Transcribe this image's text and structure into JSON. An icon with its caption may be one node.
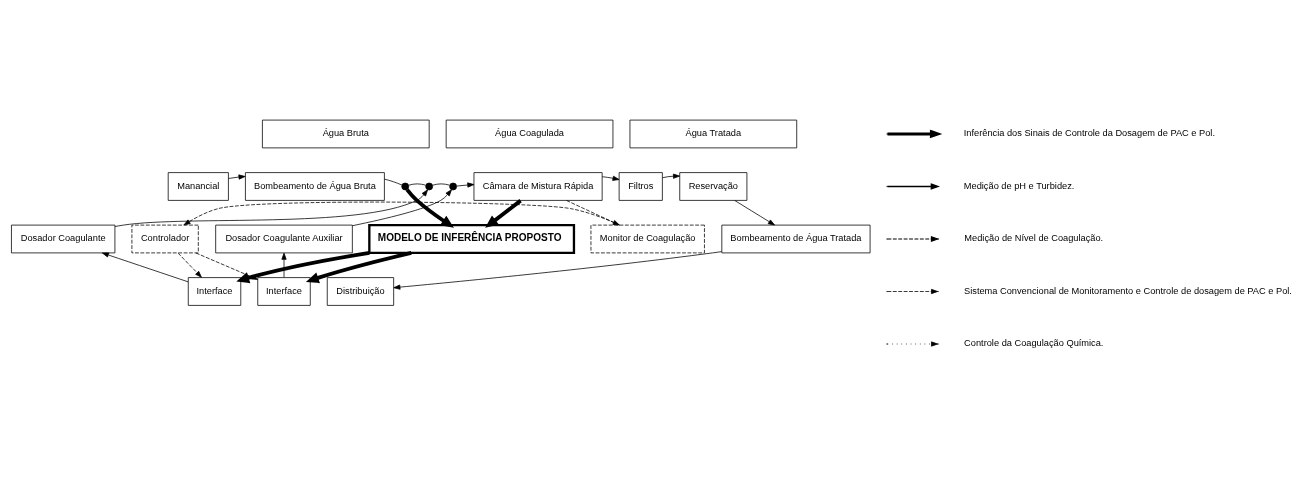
{
  "diagram": {
    "nodes": [
      {
        "text": [
          "Água Bruta"
        ]
      },
      {
        "text": [
          "Água Coagulada"
        ]
      },
      {
        "text": [
          "Água Tratada"
        ]
      },
      {
        "text": [
          "Manancial"
        ]
      },
      {
        "text": [
          "Bombeamento de Água Bruta"
        ]
      },
      {
        "text": [],
        "shape": "circle"
      },
      {
        "text": [],
        "shape": "circle"
      },
      {
        "text": [],
        "shape": "circle"
      },
      {
        "text": [
          "Câmara de Mistura Rápida"
        ]
      },
      {
        "text": [
          "Filtros"
        ]
      },
      {
        "text": [
          "Reservação"
        ]
      },
      {
        "text": [
          "Bombeamento de Água Tratada"
        ]
      },
      {
        "text": [
          "Distribuição"
        ]
      },
      {
        "text": [
          "Dosador Coagulante"
        ]
      },
      {
        "text": [
          "Dosador Coagulante Auxiliar"
        ]
      },
      {
        "text": [
          "MODELO DE INFERÊNCIA PROPOSTO"
        ]
      },
      {
        "text": [
          "Interface"
        ]
      },
      {
        "text": [
          "Interface"
        ]
      },
      {
        "text": [
          "Controlador"
        ]
      },
      {
        "text": [
          "Monitor de Coagulação"
        ]
      }
    ],
    "edges": [
      {
        "from": 3,
        "to": 4,
        "arrow": "to"
      },
      {
        "from": 4,
        "to": 5,
        "arrow": "none"
      },
      {
        "from": 5,
        "to": 6,
        "arrow": "none"
      },
      {
        "from": 6,
        "to": 7,
        "arrow": "none"
      },
      {
        "from": 7,
        "to": 8,
        "arrow": "to"
      },
      {
        "from": 8,
        "to": 9,
        "arrow": "to"
      },
      {
        "from": 9,
        "to": 10,
        "arrow": "to"
      },
      {
        "from": 10,
        "to": 11,
        "arrow": "to"
      },
      {
        "from": 11,
        "to": 12,
        "arrow": "to"
      },
      {
        "from": 13,
        "to": 6,
        "arrow": "to"
      },
      {
        "from": 14,
        "to": 7,
        "arrow": "to"
      },
      {
        "from": 5,
        "to": 15,
        "arrow": "to",
        "style": "thick"
      },
      {
        "from": 8,
        "to": 15,
        "arrow": "to",
        "style": "thick"
      },
      {
        "from": 8,
        "to": 19,
        "arrow": "to",
        "style": "dashed"
      },
      {
        "from": 16,
        "to": 13,
        "arrow": "to"
      },
      {
        "from": 17,
        "to": 14,
        "arrow": "to"
      },
      {
        "from": 15,
        "to": 16,
        "arrow": "to",
        "style": "thick"
      },
      {
        "from": 15,
        "to": 17,
        "arrow": "to",
        "style": "thick"
      },
      {
        "from": 18,
        "to": 16,
        "arrow": "to",
        "style": "dashed"
      },
      {
        "from": 18,
        "to": 17,
        "arrow": "to",
        "style": "dashed"
      },
      {
        "from": 19,
        "to": 18,
        "arrow": "to",
        "style": "dashed"
      }
    ],
    "legend": [
      {
        "text": "Inferência dos Sinais de Controle da Dosagem de PAC e Pol."
      },
      {
        "text": "Medição de pH e Turbidez."
      },
      {
        "text": "Medição de Nível de Coagulação."
      },
      {
        "text": "Sistema Convencional de Monitoramento e Controle de dosagem de PAC e Pol."
      },
      {
        "text": "Controle da Coagulação Química."
      }
    ]
  }
}
